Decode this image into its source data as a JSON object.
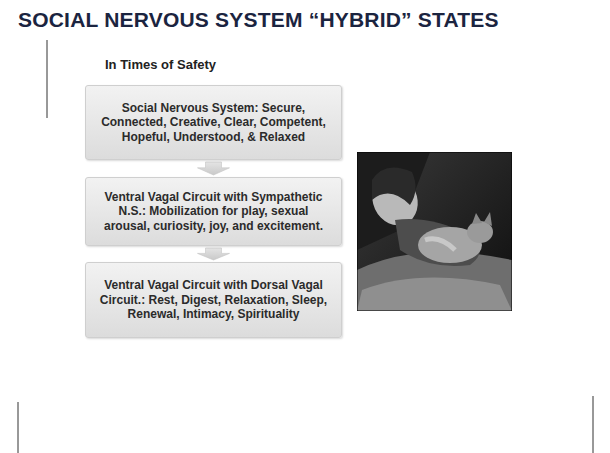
{
  "diagram": {
    "title": "SOCIAL NERVOUS SYSTEM “HYBRID” STATES",
    "nodes": [
      {
        "text": [
          "Social Nervous System: Secure, Connected, Creative, Clear, Competent, Hopeful, Understood, & Relaxed"
        ]
      },
      {
        "text": [
          "Ventral Vagal Circuit with Sympathetic N.S.: Mobilization for play, sexual arousal, curiosity, joy, and excitement."
        ]
      },
      {
        "text": [
          "Ventral Vagal Circuit with Dorsal Vagal Circuit.: Rest, Digest, Relaxation, Sleep, Renewal, Intimacy, Spirituality"
        ]
      }
    ],
    "edges": [
      {
        "from": 0,
        "to": 1,
        "arrow": "to"
      },
      {
        "from": 1,
        "to": 2,
        "arrow": "to"
      }
    ],
    "labels": [
      "In Times of Safety"
    ]
  }
}
